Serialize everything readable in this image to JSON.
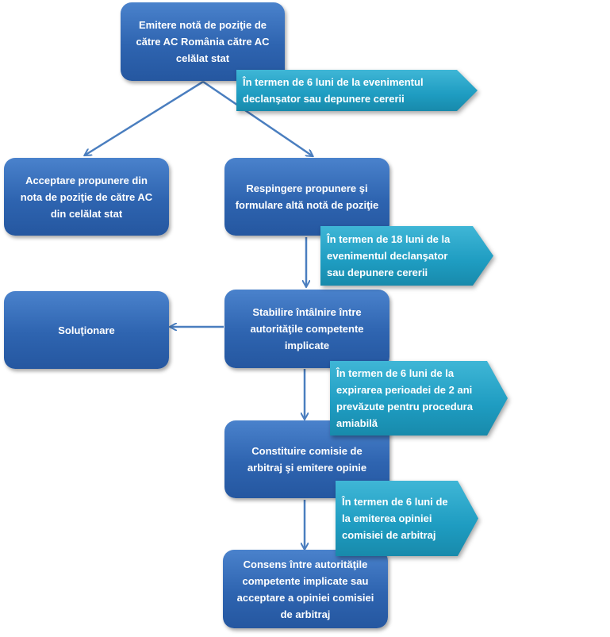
{
  "colors": {
    "box": "#2e64b0",
    "note": "#1e9cc1",
    "connector": "#4a7ebf"
  },
  "boxes": {
    "emitere": "Emitere notă de poziţie de către AC România către AC celălat stat",
    "acceptare": "Acceptare propunere din nota de poziţie de către AC din celălat stat",
    "respingere": "Respingere propunere şi formulare altă notă de poziţie",
    "solutionare": "Soluţionare",
    "stabilire": "Stabilire întâlnire între autorităţile competente implicate",
    "constituire": "Constituire comisie de arbitraj şi emitere opinie",
    "consens": "Consens între autorităţile competente implicate sau acceptare a opiniei comisiei de arbitraj"
  },
  "notes": {
    "n1": "În termen de 6 luni de la evenimentul declanşator sau depunere cererii",
    "n2": "În termen de 18 luni de la evenimentul declanşator sau depunere cererii",
    "n3": "În termen de 6 luni de la expirarea perioadei de 2 ani prevăzute pentru procedura amiabilă",
    "n4": "În termen de 6 luni de la emiterea opiniei comisiei de arbitraj"
  }
}
